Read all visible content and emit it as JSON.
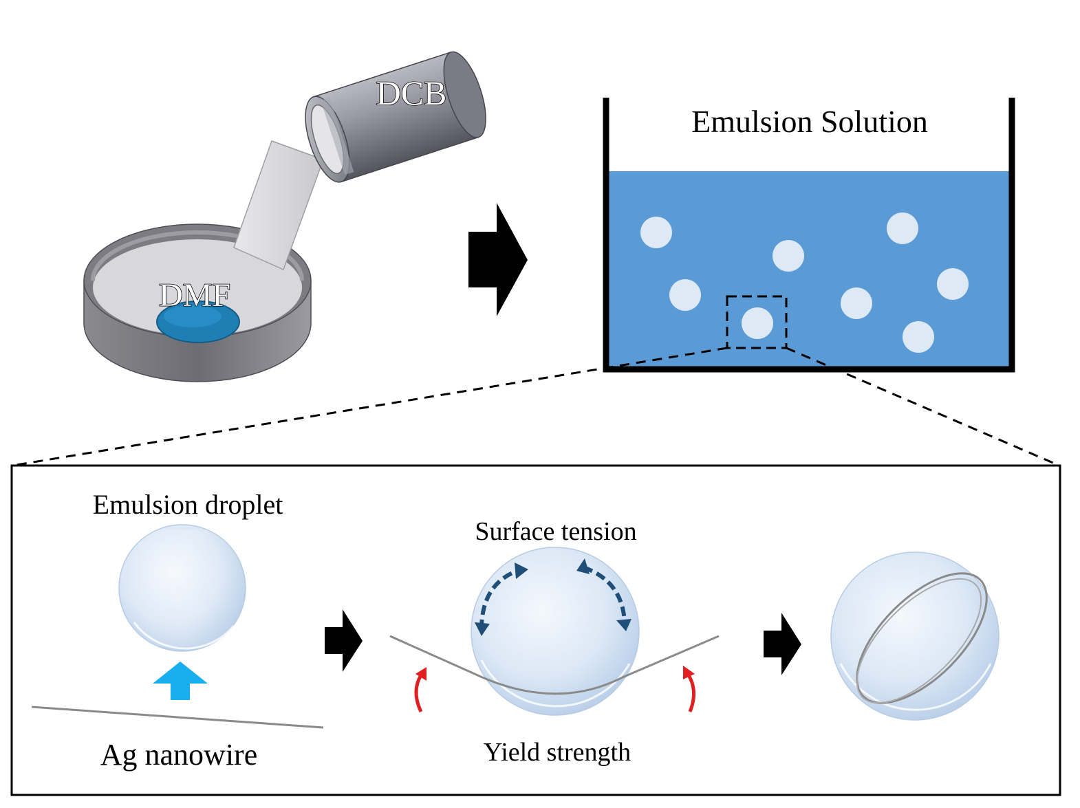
{
  "labels": {
    "dcb": "DCB",
    "dmf": "DMF",
    "emulsion_solution": "Emulsion  Solution",
    "emulsion_droplet": "Emulsion droplet",
    "ag_nanowire": "Ag nanowire",
    "surface_tension": "Surface tension",
    "yield_strength": "Yield strength"
  },
  "colors": {
    "solution_blue": "#5b9bd5",
    "droplet_white": "#dde9f5",
    "dmf_blue": "#1f7fb4",
    "up_arrow_cyan": "#19aeee",
    "tension_arrow_navy": "#1f4e79",
    "yield_arrow_red": "#e02020",
    "can_gray": "#8e8e98",
    "dish_gray": "#7d7d82"
  }
}
